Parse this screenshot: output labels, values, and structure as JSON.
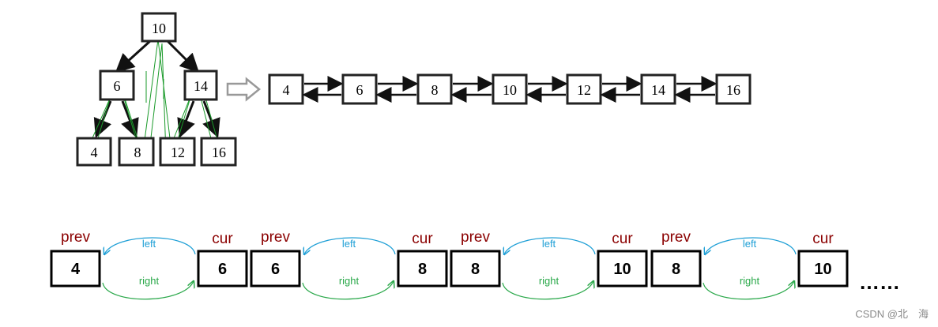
{
  "tree": {
    "root": "10",
    "left": "6",
    "right": "14",
    "leaves": [
      "4",
      "8",
      "12",
      "16"
    ]
  },
  "linked_list": [
    "4",
    "6",
    "8",
    "10",
    "12",
    "14",
    "16"
  ],
  "steps": [
    {
      "prev_label": "prev",
      "prev_value": "4",
      "cur_label": "cur",
      "cur_value": "6",
      "left_label": "left",
      "right_label": "right"
    },
    {
      "prev_label": "prev",
      "prev_value": "6",
      "cur_label": "cur",
      "cur_value": "8",
      "left_label": "left",
      "right_label": "right"
    },
    {
      "prev_label": "prev",
      "prev_value": "8",
      "cur_label": "cur",
      "cur_value": "10",
      "left_label": "left",
      "right_label": "right"
    },
    {
      "prev_label": "prev",
      "prev_value": "8",
      "cur_label": "cur",
      "cur_value": "10",
      "left_label": "left",
      "right_label": "right"
    }
  ],
  "ellipsis": "……",
  "watermark": "CSDN @北　海",
  "colors": {
    "label_red": "#8b0000",
    "left_arrow": "#1e9fd6",
    "right_arrow": "#2aa84a",
    "traverse_line": "#1a9a2a"
  }
}
